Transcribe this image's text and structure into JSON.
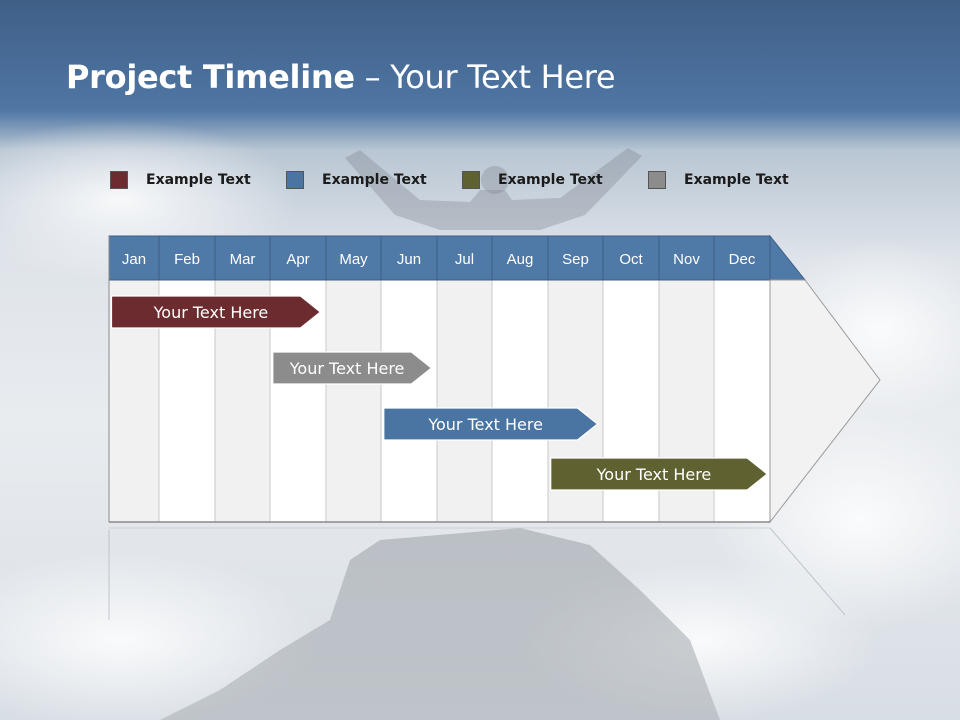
{
  "title": {
    "bold": "Project Timeline",
    "rest": " – Your Text Here"
  },
  "legend": [
    {
      "label": "Example Text",
      "color": "#6b2b2f"
    },
    {
      "label": "Example Text",
      "color": "#4a74a2"
    },
    {
      "label": "Example Text",
      "color": "#5f6131"
    },
    {
      "label": "Example Text",
      "color": "#8c8c8c"
    }
  ],
  "chart_data": {
    "type": "gantt",
    "months": [
      "Jan",
      "Feb",
      "Mar",
      "Apr",
      "May",
      "Jun",
      "Jul",
      "Aug",
      "Sep",
      "Oct",
      "Nov",
      "Dec"
    ],
    "tasks": [
      {
        "label": "Your  Text Here",
        "start_month": 1.05,
        "end_month": 4.9,
        "color": "#6b2b2f"
      },
      {
        "label": "Your  Text Here",
        "start_month": 4.05,
        "end_month": 6.9,
        "color": "#8c8c8c"
      },
      {
        "label": "Your  Text Here",
        "start_month": 6.05,
        "end_month": 9.9,
        "color": "#4a74a2"
      },
      {
        "label": "Your  Text Here",
        "start_month": 9.05,
        "end_month": 12.95,
        "color": "#5f6131"
      }
    ],
    "header_color": "#4f79a6"
  }
}
